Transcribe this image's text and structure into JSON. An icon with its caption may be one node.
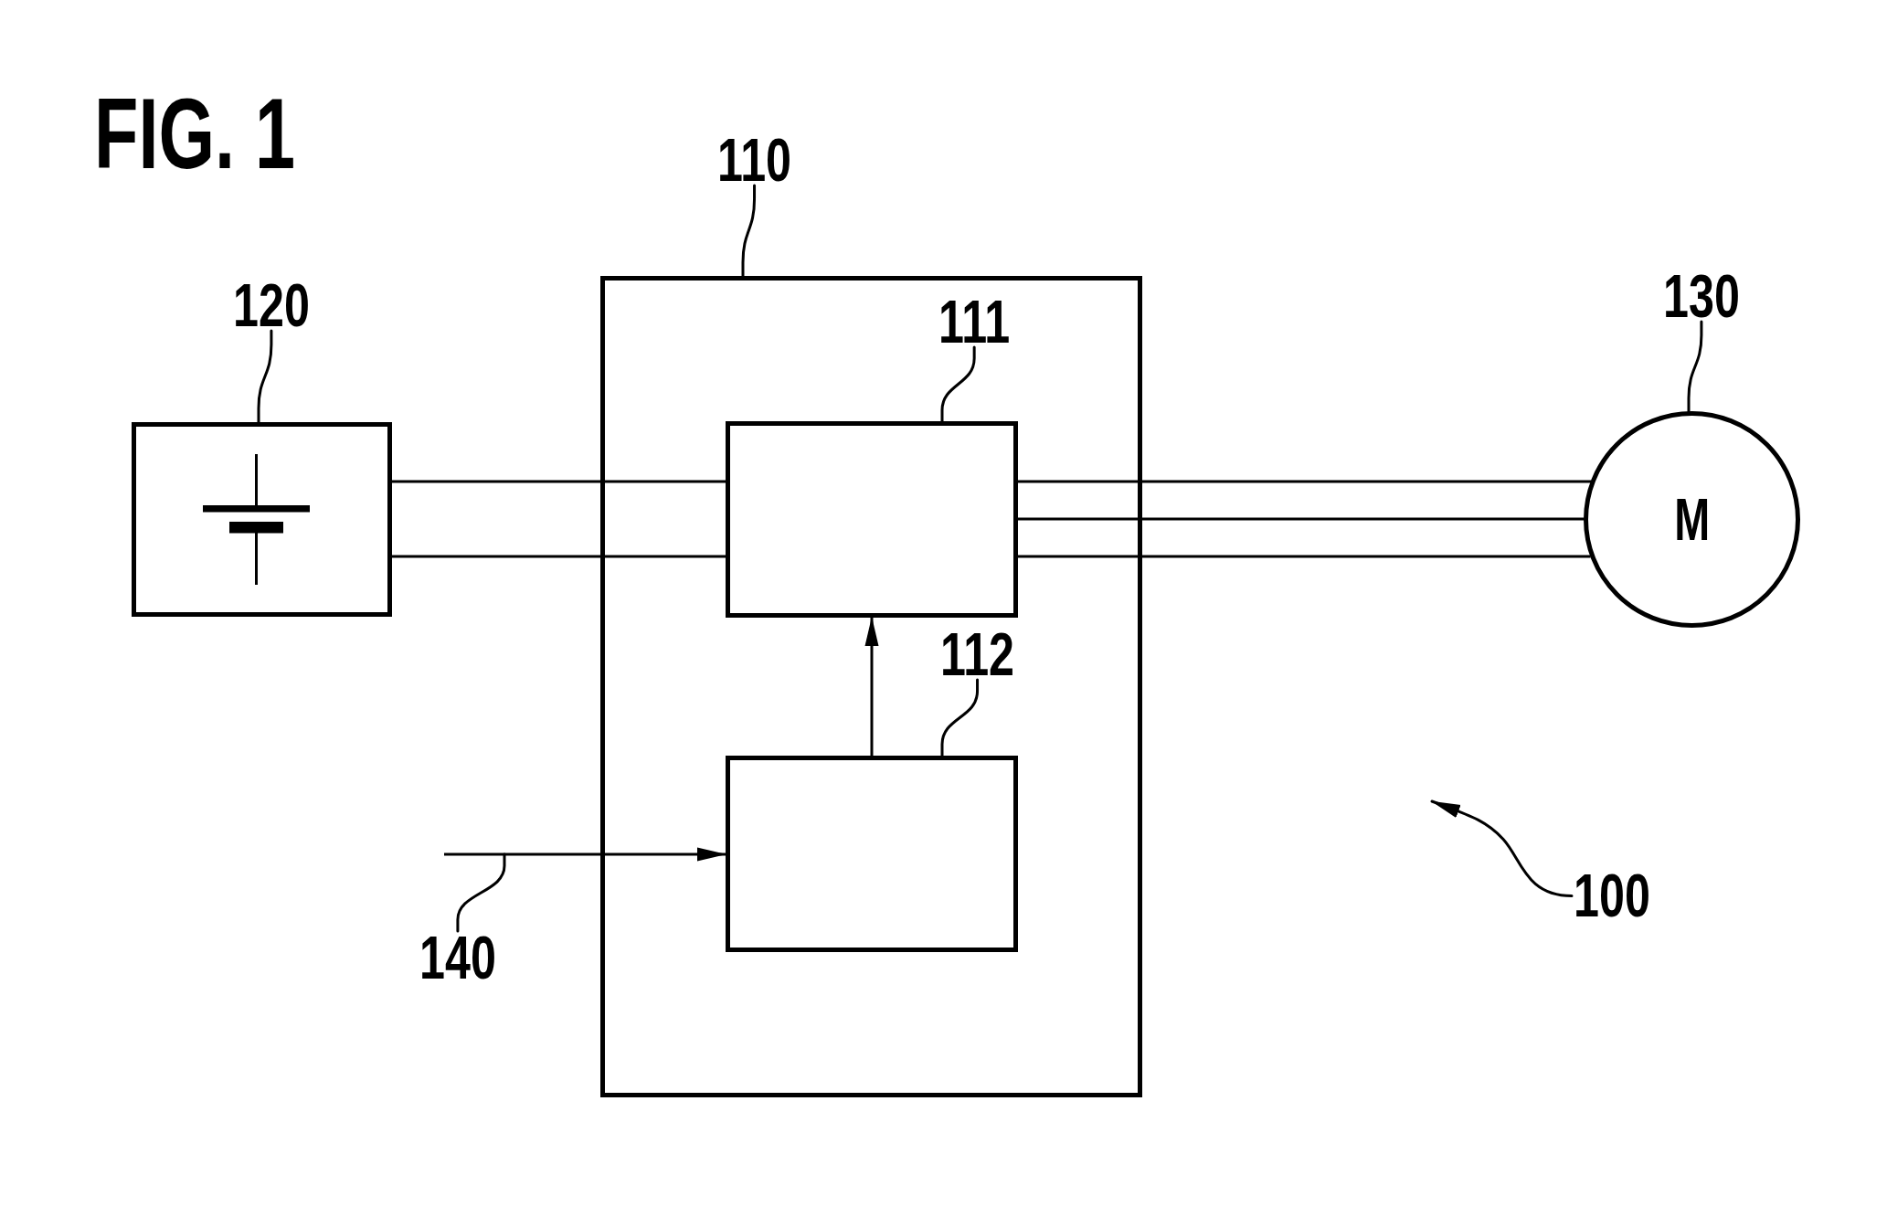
{
  "diagram": {
    "title": "FIG. 1",
    "nodes": [
      {
        "text": [],
        "shape": "box"
      },
      {
        "text": [],
        "shape": "box"
      },
      {
        "text": [],
        "shape": "box",
        "in": 1
      },
      {
        "text": [],
        "shape": "box",
        "in": 1
      },
      {
        "text": [
          "M"
        ]
      },
      {
        "text": [
          "120"
        ]
      },
      {
        "text": [
          "110"
        ]
      },
      {
        "text": [
          "111"
        ],
        "in": 1
      },
      {
        "text": [
          "112"
        ],
        "in": 1
      },
      {
        "text": [
          "130"
        ]
      },
      {
        "text": [
          "140"
        ]
      },
      {
        "text": [
          "100"
        ]
      }
    ],
    "edges": [
      {
        "from": 0,
        "to": 2,
        "arrow": "none"
      },
      {
        "from": 0,
        "to": 2,
        "arrow": "none"
      },
      {
        "from": 2,
        "to": 4,
        "arrow": "none"
      },
      {
        "from": 2,
        "to": 4,
        "arrow": "none"
      },
      {
        "from": 2,
        "to": 4,
        "arrow": "none"
      },
      {
        "from": 3,
        "to": 2,
        "arrow": "to"
      },
      {
        "from": null,
        "to": 3,
        "arrow": "to"
      },
      {
        "from": 5,
        "to": 0,
        "arrow": "none"
      },
      {
        "from": 6,
        "to": 1,
        "arrow": "none"
      },
      {
        "from": 7,
        "to": 2,
        "arrow": "none"
      },
      {
        "from": 8,
        "to": 3,
        "arrow": "none"
      },
      {
        "from": 9,
        "to": 4,
        "arrow": "none"
      },
      {
        "from": 10,
        "to": null,
        "arrow": "none"
      },
      {
        "from": 11,
        "to": null,
        "arrow": "to"
      }
    ]
  }
}
